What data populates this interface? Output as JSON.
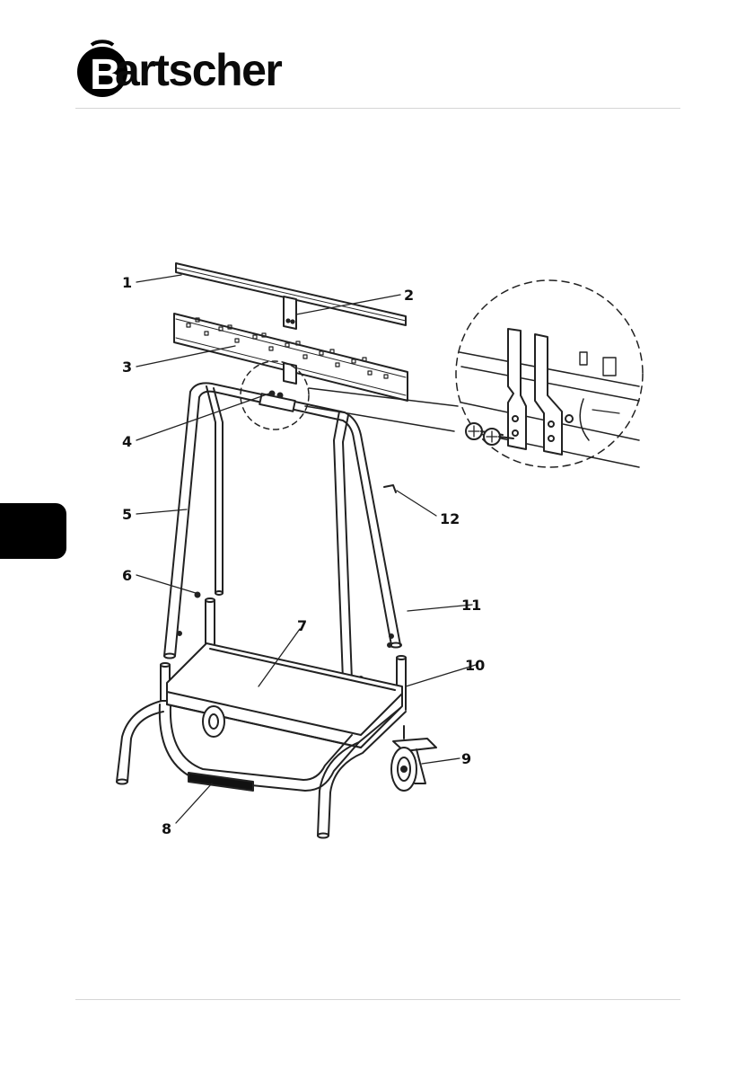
{
  "brand": {
    "logo_letter": "B",
    "name": "artscher",
    "color": "#000000"
  },
  "diagram": {
    "callouts": [
      {
        "id": "1",
        "label": "1"
      },
      {
        "id": "2",
        "label": "2"
      },
      {
        "id": "3",
        "label": "3"
      },
      {
        "id": "4",
        "label": "4"
      },
      {
        "id": "5",
        "label": "5"
      },
      {
        "id": "6",
        "label": "6"
      },
      {
        "id": "7",
        "label": "7"
      },
      {
        "id": "8",
        "label": "8"
      },
      {
        "id": "9",
        "label": "9"
      },
      {
        "id": "10",
        "label": "10"
      },
      {
        "id": "11",
        "label": "11"
      },
      {
        "id": "12",
        "label": "12"
      }
    ]
  }
}
